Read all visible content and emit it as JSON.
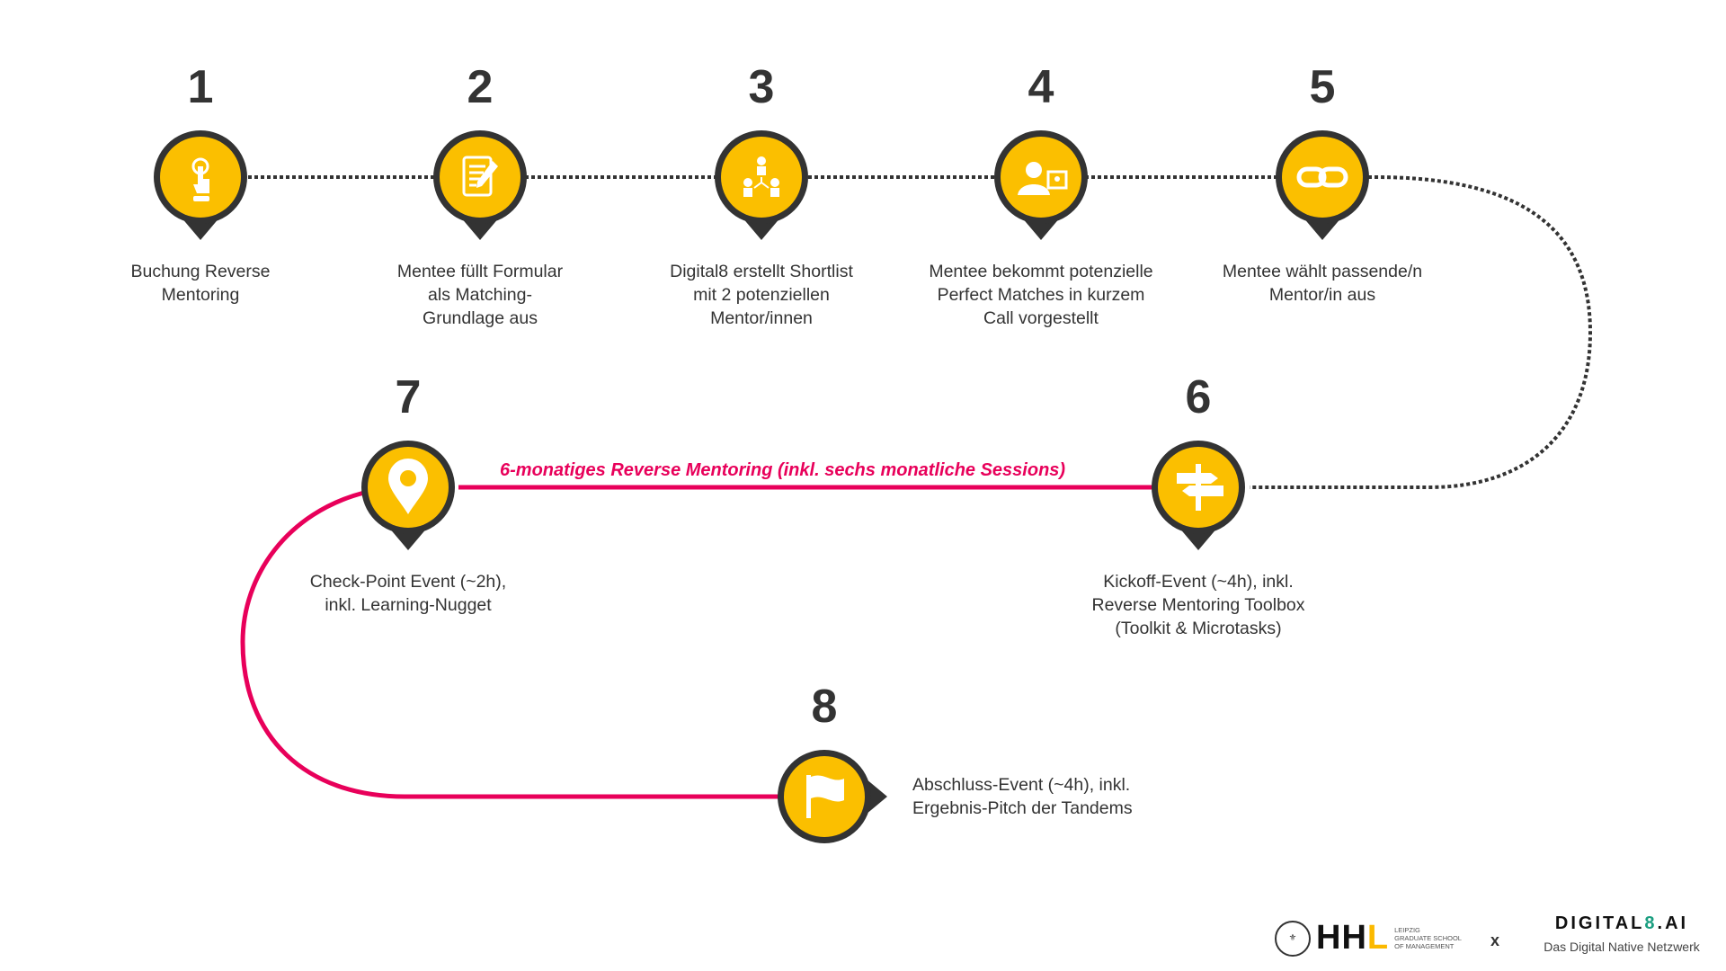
{
  "colors": {
    "pin_fill": "#fbbf00",
    "pin_border": "#333333",
    "phase_line": "#e8005a",
    "dotted_line": "#333333"
  },
  "steps": [
    {
      "number": "1",
      "label": "Buchung  Reverse\nMentoring",
      "icon": "hand-pointer-icon"
    },
    {
      "number": "2",
      "label": "Mentee füllt Formular\nals Matching-\nGrundlage  aus",
      "icon": "form-pencil-icon"
    },
    {
      "number": "3",
      "label": "Digital8 erstellt Shortlist\nmit 2 potenziellen\nMentor/innen",
      "icon": "people-network-icon"
    },
    {
      "number": "4",
      "label": "Mentee bekommt  potenzielle\nPerfect Matches in kurzem\nCall vorgestellt",
      "icon": "video-call-icon"
    },
    {
      "number": "5",
      "label": "Mentee wählt passende/n\nMentor/in aus",
      "icon": "link-icon"
    },
    {
      "number": "6",
      "label": "Kickoff-Event (~4h), inkl.\nReverse Mentoring Toolbox\n(Toolkit & Microtasks)",
      "icon": "signpost-icon"
    },
    {
      "number": "7",
      "label": "Check-Point  Event (~2h),\ninkl.  Learning-Nugget",
      "icon": "location-pin-icon"
    },
    {
      "number": "8",
      "label": "Abschluss-Event  (~4h), inkl.\nErgebnis-Pitch der Tandems",
      "icon": "flag-icon"
    }
  ],
  "phase_label": "6-monatiges Reverse Mentoring (inkl. sechs monatliche Sessions)",
  "footer": {
    "hhl_logo": "HHL",
    "hhl_subtitle": "LEIPZIG\nGRADUATE SCHOOL\nOF MANAGEMENT",
    "separator": "x",
    "digital8_logo_a": "DIGITAL",
    "digital8_logo_b": "8",
    "digital8_logo_c": ".AI",
    "digital8_tagline": "Das Digital Native Netzwerk"
  }
}
